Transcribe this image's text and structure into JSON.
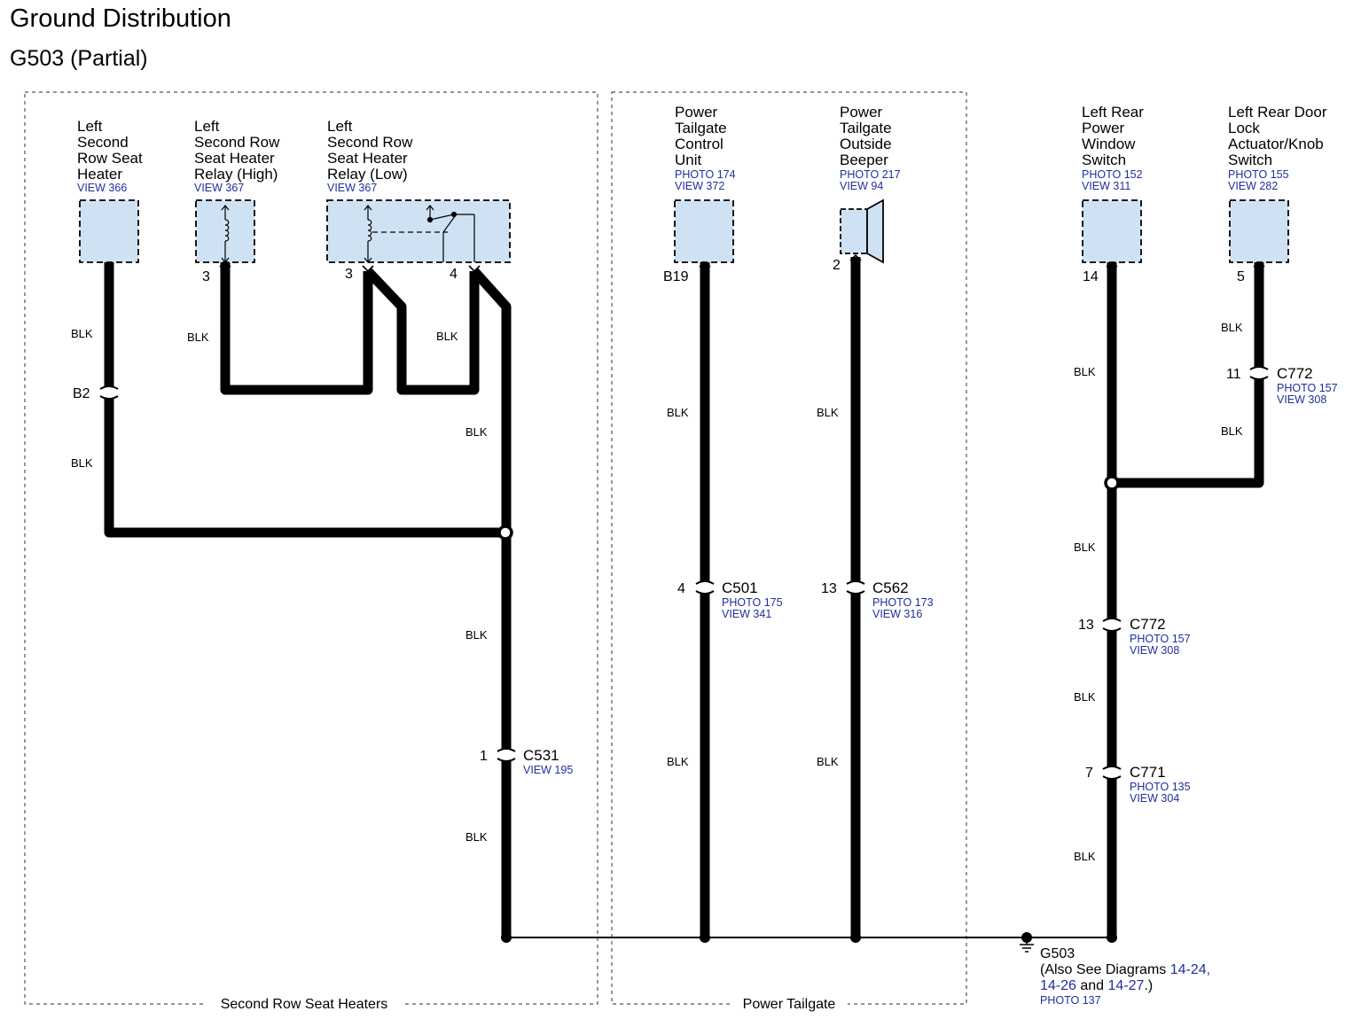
{
  "title": "Ground Distribution",
  "subtitle": "G503 (Partial)",
  "sections": {
    "seat_heaters": "Second Row Seat Heaters",
    "power_tailgate": "Power Tailgate"
  },
  "components": {
    "seat_heater": {
      "lines": [
        "Left",
        "Second",
        "Row Seat",
        "Heater"
      ],
      "refs": [
        "VIEW 366"
      ]
    },
    "relay_high": {
      "lines": [
        "Left",
        "Second Row",
        "Seat Heater",
        "Relay (High)"
      ],
      "refs": [
        "VIEW 367"
      ]
    },
    "relay_low": {
      "lines": [
        "Left",
        "Second Row",
        "Seat Heater",
        "Relay (Low)"
      ],
      "refs": [
        "VIEW 367"
      ]
    },
    "tailgate_unit": {
      "lines": [
        "Power",
        "Tailgate",
        "Control",
        "Unit"
      ],
      "refs": [
        "PHOTO 174",
        "VIEW 372"
      ]
    },
    "tailgate_beeper": {
      "lines": [
        "Power",
        "Tailgate",
        "Outside",
        "Beeper"
      ],
      "refs": [
        "PHOTO 217",
        "VIEW 94"
      ]
    },
    "window_switch": {
      "lines": [
        "Left Rear",
        "Power",
        "Window",
        "Switch"
      ],
      "refs": [
        "PHOTO 152",
        "VIEW 311"
      ]
    },
    "door_lock_switch": {
      "lines": [
        "Left Rear Door",
        "Lock",
        "Actuator/Knob",
        "Switch"
      ],
      "refs": [
        "PHOTO 155",
        "VIEW 282"
      ]
    }
  },
  "pins": {
    "relay_high": "3",
    "relay_low_a": "3",
    "relay_low_b": "4",
    "tailgate_unit": "B19",
    "tailgate_beeper": "2",
    "window_switch": "14",
    "door_lock_switch": "5",
    "b2": "B2",
    "c531": "1",
    "c501": "4",
    "c562": "13",
    "c772_upper": "11",
    "c772_lower": "13",
    "c771": "7"
  },
  "connectors": {
    "c531": {
      "name": "C531",
      "refs": [
        "VIEW 195"
      ]
    },
    "c501": {
      "name": "C501",
      "refs": [
        "PHOTO 175",
        "VIEW 341"
      ]
    },
    "c562": {
      "name": "C562",
      "refs": [
        "PHOTO 173",
        "VIEW 316"
      ]
    },
    "c772_upper": {
      "name": "C772",
      "refs": [
        "PHOTO 157",
        "VIEW 308"
      ]
    },
    "c772_lower": {
      "name": "C772",
      "refs": [
        "PHOTO 157",
        "VIEW 308"
      ]
    },
    "c771": {
      "name": "C771",
      "refs": [
        "PHOTO 135",
        "VIEW 304"
      ]
    }
  },
  "wire_color": "BLK",
  "ground": {
    "name": "G503",
    "note_prefix": "(Also See Diagrams ",
    "diagram_1": "14-24",
    "sep_1": ",",
    "diagram_2": "14-26",
    "and_word": " and ",
    "diagram_3": "14-27",
    "note_suffix": ".)",
    "photo": "PHOTO 137"
  },
  "colors": {
    "component_fill": "#cfe2f3",
    "reference_text": "#1f2f9c",
    "wire": "#000000"
  }
}
